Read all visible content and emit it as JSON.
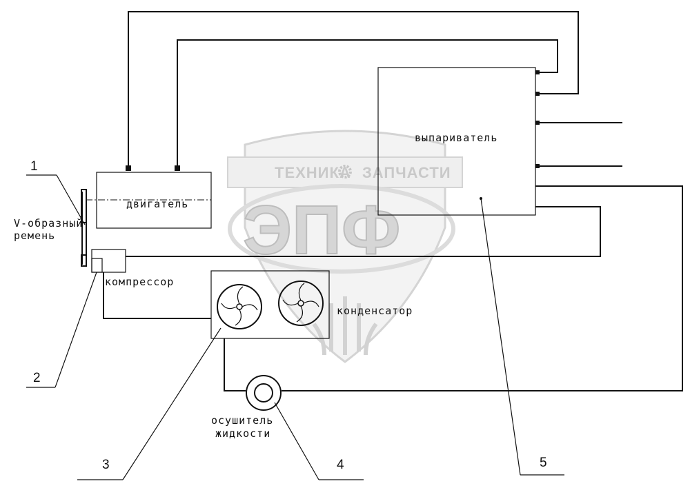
{
  "watermark": {
    "left_word": "ТЕХНИКА",
    "right_word": "ЗАПЧАСТИ",
    "big": "ЭПФ"
  },
  "components": {
    "evaporator": "выпариватель",
    "engine": "двигатель",
    "belt_line1": "V-образный",
    "belt_line2": "ремень",
    "compressor": "компрессор",
    "condenser": "конденсатор",
    "dryer_line1": "осушитель",
    "dryer_line2": "жидкости"
  },
  "callouts": [
    "1",
    "2",
    "3",
    "4",
    "5"
  ]
}
